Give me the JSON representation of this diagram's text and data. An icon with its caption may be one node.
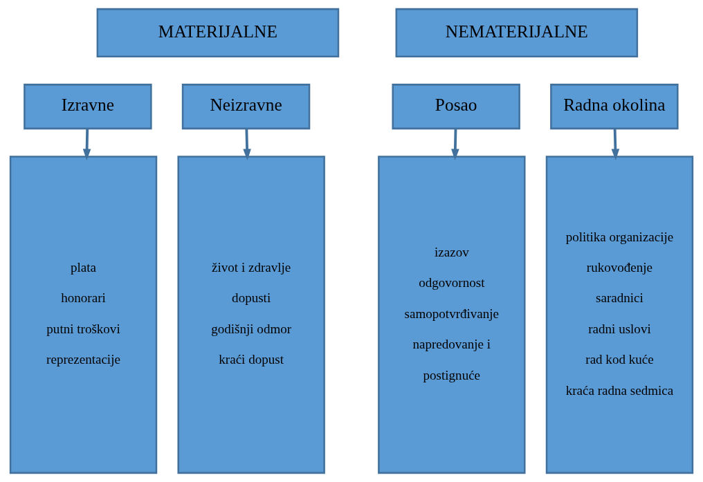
{
  "diagram": {
    "nodes": [
      {
        "text": [
          "MATERIJALNE"
        ]
      },
      {
        "text": [
          "NEMATERIJALNE"
        ]
      },
      {
        "text": [
          "Izravne"
        ]
      },
      {
        "text": [
          "Neizravne"
        ]
      },
      {
        "text": [
          "Posao"
        ]
      },
      {
        "text": [
          "Radna okolina"
        ]
      },
      {
        "text": [
          "plata",
          "honorari",
          "putni troškovi",
          "reprezentacije"
        ]
      },
      {
        "text": [
          "život i zdravlje",
          "dopusti",
          "godišnji odmor",
          "kraći dopust"
        ]
      },
      {
        "text": [
          "izazov",
          "odgovornost",
          "samopotvrđivanje",
          "napredovanje i",
          "postignuće"
        ]
      },
      {
        "text": [
          "politika organizacije",
          "rukovođenje",
          "saradnici",
          "radni uslovi",
          "rad kod kuće",
          "kraća radna sedmica"
        ]
      }
    ],
    "edges": [
      {
        "from": 2,
        "to": 6,
        "arrow": "to"
      },
      {
        "from": 3,
        "to": 7,
        "arrow": "to"
      },
      {
        "from": 4,
        "to": 8,
        "arrow": "to"
      },
      {
        "from": 5,
        "to": 9,
        "arrow": "to"
      }
    ]
  }
}
